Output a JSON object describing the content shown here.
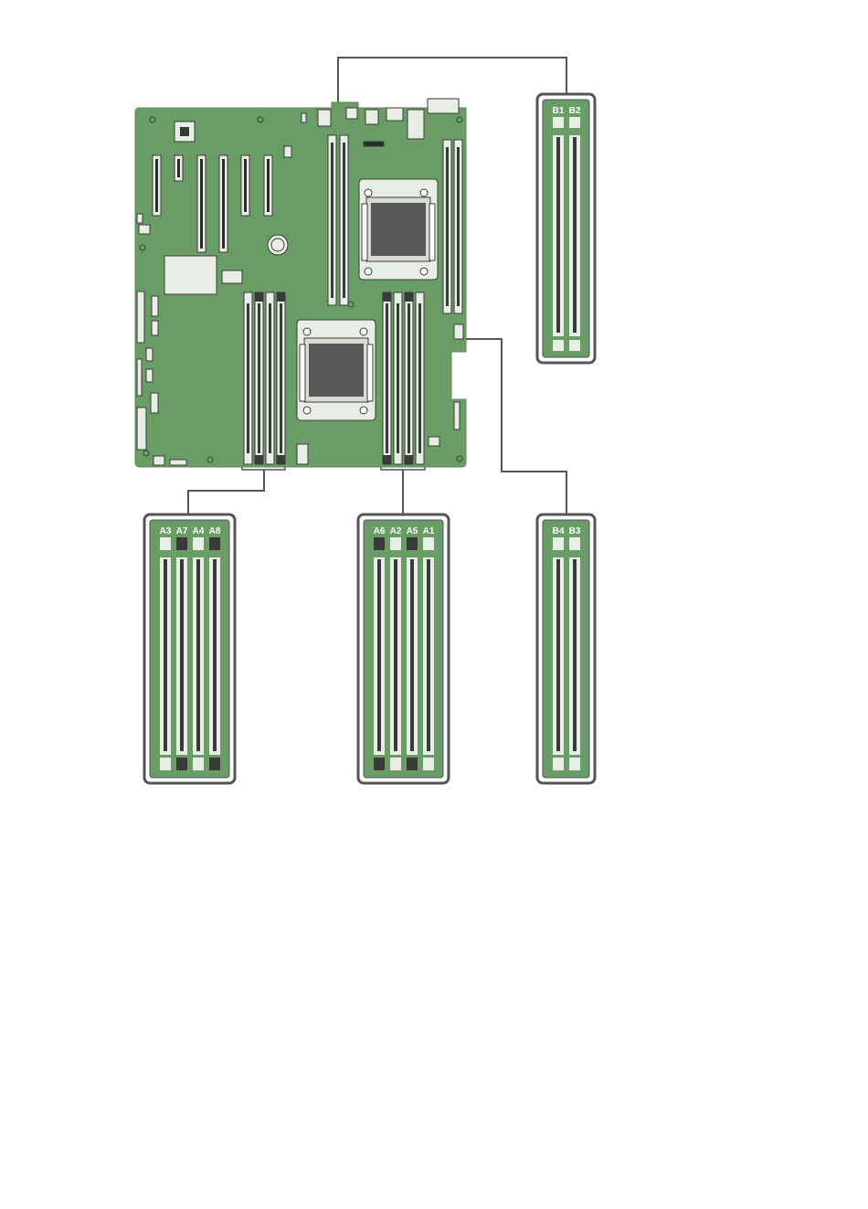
{
  "colors": {
    "board": "#6a9d66",
    "board_edge": "#5f8f5b",
    "slot_light": "#e8eee6",
    "slot_dark": "#3a3a3a",
    "chip": "#585858",
    "panel_border": "#555555",
    "connector_line": "#555555",
    "label": "#ffffff"
  },
  "panels": {
    "b_top": {
      "slots": [
        {
          "label": "B1",
          "latch": "light"
        },
        {
          "label": "B2",
          "latch": "light"
        }
      ]
    },
    "a_left": {
      "slots": [
        {
          "label": "A3",
          "latch": "light"
        },
        {
          "label": "A7",
          "latch": "dark"
        },
        {
          "label": "A4",
          "latch": "light"
        },
        {
          "label": "A8",
          "latch": "dark"
        }
      ]
    },
    "a_mid": {
      "slots": [
        {
          "label": "A6",
          "latch": "dark"
        },
        {
          "label": "A2",
          "latch": "light"
        },
        {
          "label": "A5",
          "latch": "dark"
        },
        {
          "label": "A1",
          "latch": "light"
        }
      ]
    },
    "b_bottom": {
      "slots": [
        {
          "label": "B4",
          "latch": "light"
        },
        {
          "label": "B3",
          "latch": "light"
        }
      ]
    }
  },
  "icons": {
    "cpu1": "processor-socket-icon",
    "cpu2": "processor-socket-icon",
    "battery": "coin-cell-battery-icon"
  }
}
